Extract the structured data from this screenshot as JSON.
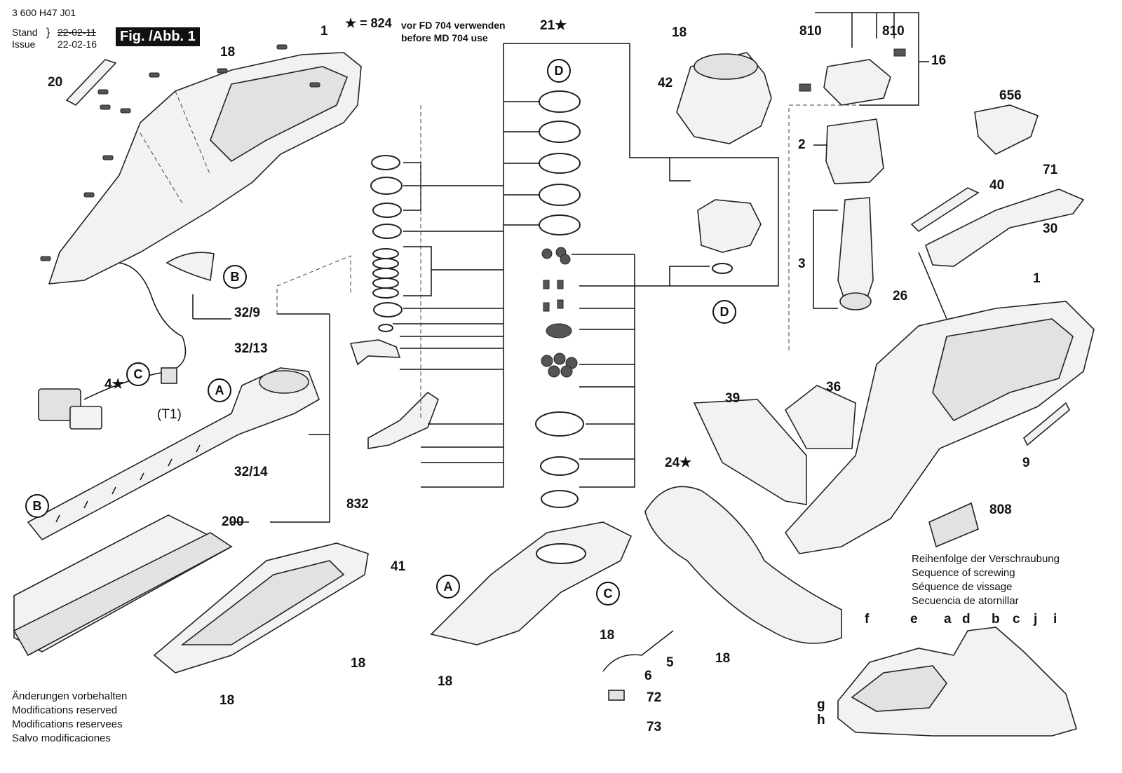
{
  "header": {
    "doc_number": "3 600 H47 J01",
    "stand_label": "Stand",
    "stand_old_date": "22-02-11",
    "issue_label": "Issue",
    "issue_date": "22-02-16",
    "figure_badge": "Fig. /Abb. 1",
    "note_star": "★ = 824",
    "note_line1": "vor FD 704 verwenden",
    "note_line2": "before MD 704 use"
  },
  "labels": {
    "p1a": "1",
    "p18a": "18",
    "p20": "20",
    "pB1": "B",
    "p32_9": "32/9",
    "p32_13": "32/13",
    "pC1": "C",
    "p4": "4★",
    "pT1": "(T1)",
    "pA1": "A",
    "p32_14": "32/14",
    "pB2": "B",
    "p200": "200",
    "p832": "832",
    "p41": "41",
    "p18b": "18",
    "p18c": "18",
    "p21": "21★",
    "pD1": "D",
    "pA2": "A",
    "pC2": "C",
    "p18d": "18",
    "p18e": "18",
    "p5": "5",
    "p6": "6",
    "p72": "72",
    "p73": "73",
    "p18f": "18",
    "p42": "42",
    "pD2": "D",
    "p810a": "810",
    "p810b": "810",
    "p16": "16",
    "p2": "2",
    "p3": "3",
    "p656": "656",
    "p71": "71",
    "p40": "40",
    "p30": "30",
    "p26": "26",
    "p1b": "1",
    "p39": "39",
    "p36": "36",
    "p24": "24★",
    "p9": "9",
    "p808": "808",
    "p18g": "18"
  },
  "sequence": {
    "title_de": "Reihenfolge der Verschraubung",
    "title_en": "Sequence of screwing",
    "title_fr": "Séquence de vissage",
    "title_es": "Secuencia de atornillar",
    "letters": {
      "f": "f",
      "e": "e",
      "a": "a",
      "d": "d",
      "b": "b",
      "c": "c",
      "j": "j",
      "i": "i",
      "g": "g",
      "h": "h"
    }
  },
  "footer": {
    "line1": "Änderungen vorbehalten",
    "line2": "Modifications reserved",
    "line3": "Modifications reservees",
    "line4": "Salvo modificaciones"
  }
}
